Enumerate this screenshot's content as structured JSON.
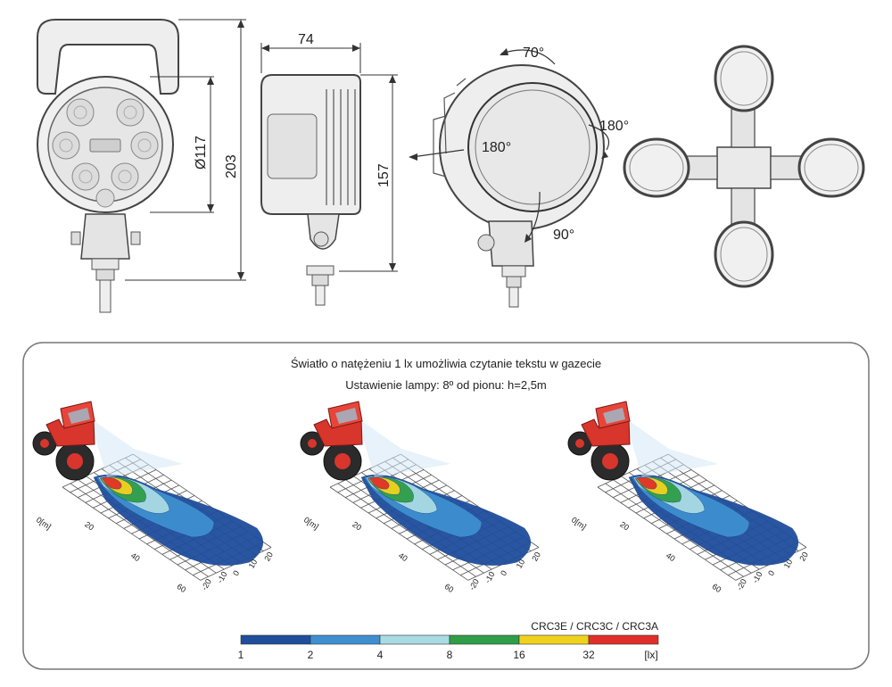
{
  "dimensions": {
    "width_top": "74",
    "diameter": "Ø117",
    "height_total": "203",
    "height_side": "157"
  },
  "rotation": {
    "top": "70°",
    "right": "180°",
    "left": "180°",
    "bottom": "90°"
  },
  "light_panel": {
    "caption_line1": "Światło o natężeniu 1 lx umożliwia czytanie tekstu w gazecie",
    "caption_line2": "Ustawienie lampy: 8º od pionu: h=2,5m",
    "models_label": "CRC3E / CRC3C / CRC3A",
    "axis": {
      "distance_unit_label": "0[m]",
      "distance_ticks": [
        "20",
        "40",
        "60"
      ],
      "lateral_ticks": [
        "20",
        "10",
        "0",
        "-10",
        "-20"
      ]
    },
    "scale": {
      "values": [
        "1",
        "2",
        "4",
        "8",
        "16",
        "32"
      ],
      "unit": "[lx]",
      "colors": [
        "#1f4e9c",
        "#3e8fd0",
        "#a9dbe3",
        "#2e9e48",
        "#f0d21e",
        "#e0302a"
      ]
    }
  }
}
